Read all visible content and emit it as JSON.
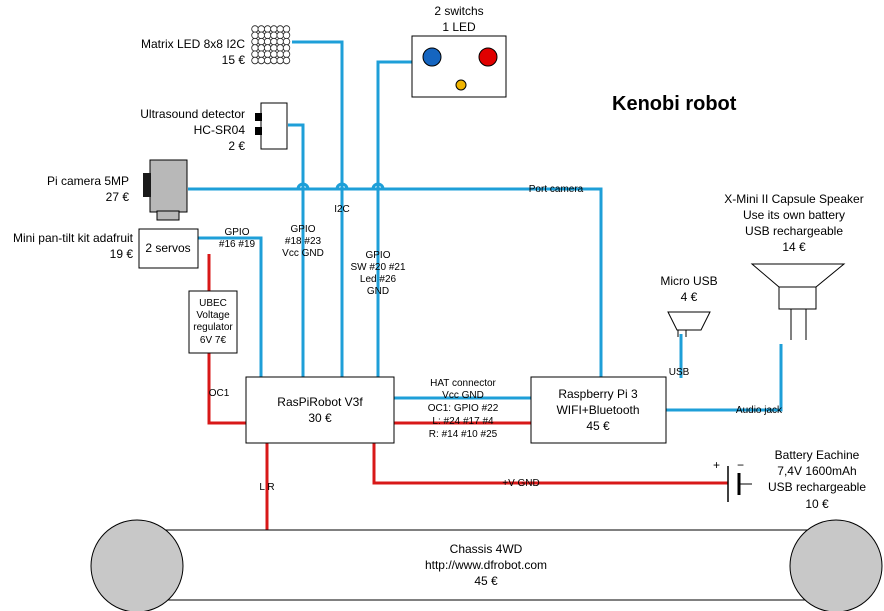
{
  "title": "Kenobi robot",
  "colors": {
    "wire_signal": "#1e9fd8",
    "wire_power": "#d81818",
    "wheel": "#c8c8c8"
  },
  "components": {
    "switches": {
      "line1": "2 switchs",
      "line2": "1 LED"
    },
    "matrix": {
      "name": "Matrix LED 8x8 I2C",
      "price": "15 €"
    },
    "ultrasound": {
      "name": "Ultrasound detector",
      "model": "HC-SR04",
      "price": "2 €"
    },
    "camera": {
      "name": "Pi camera 5MP",
      "price": "27 €"
    },
    "pantilt": {
      "name": "Mini pan-tilt kit adafruit",
      "price": "19 €",
      "box": "2 servos"
    },
    "ubec": {
      "line1": "UBEC",
      "line2": "Voltage",
      "line3": "regulator",
      "line4": "6V 7€"
    },
    "raspirobot": {
      "name": "RasPiRobot V3f",
      "price": "30 €"
    },
    "raspberry": {
      "name": "Raspberry Pi 3",
      "sub": "WIFI+Bluetooth",
      "price": "45 €"
    },
    "speaker": {
      "line1": "X-Mini II Capsule Speaker",
      "line2": "Use its own battery",
      "line3": "USB rechargeable",
      "price": "14 €"
    },
    "microusb": {
      "name": "Micro USB",
      "price": "4 €"
    },
    "battery": {
      "name": "Battery Eachine",
      "spec": "7,4V 1600mAh",
      "line3": "USB rechargeable",
      "price": "10 €",
      "plus": "+",
      "minus": "−"
    },
    "chassis": {
      "name": "Chassis 4WD",
      "url": "http://www.dfrobot.com",
      "price": "45 €"
    }
  },
  "wire_labels": {
    "gpio_servo_1": "GPIO",
    "gpio_servo_2": "#16 #19",
    "gpio_us_1": "GPIO",
    "gpio_us_2": "#18 #23",
    "gpio_us_3": "Vcc GND",
    "i2c": "I2C",
    "gpio_sw_1": "GPIO",
    "gpio_sw_2": "SW #20 #21",
    "gpio_sw_3": "Led #26",
    "gpio_sw_4": "GND",
    "port_camera": "Port camera",
    "hat_1": "HAT connector",
    "hat_2": "Vcc GND",
    "hat_3": "OC1: GPIO #22",
    "hat_4": "L: #24 #17 #4",
    "hat_5": "R: #14 #10 #25",
    "oc1": "OC1",
    "lr": "L  R",
    "vgnd": "+V GND",
    "usb": "USB",
    "audio": "Audio jack"
  }
}
